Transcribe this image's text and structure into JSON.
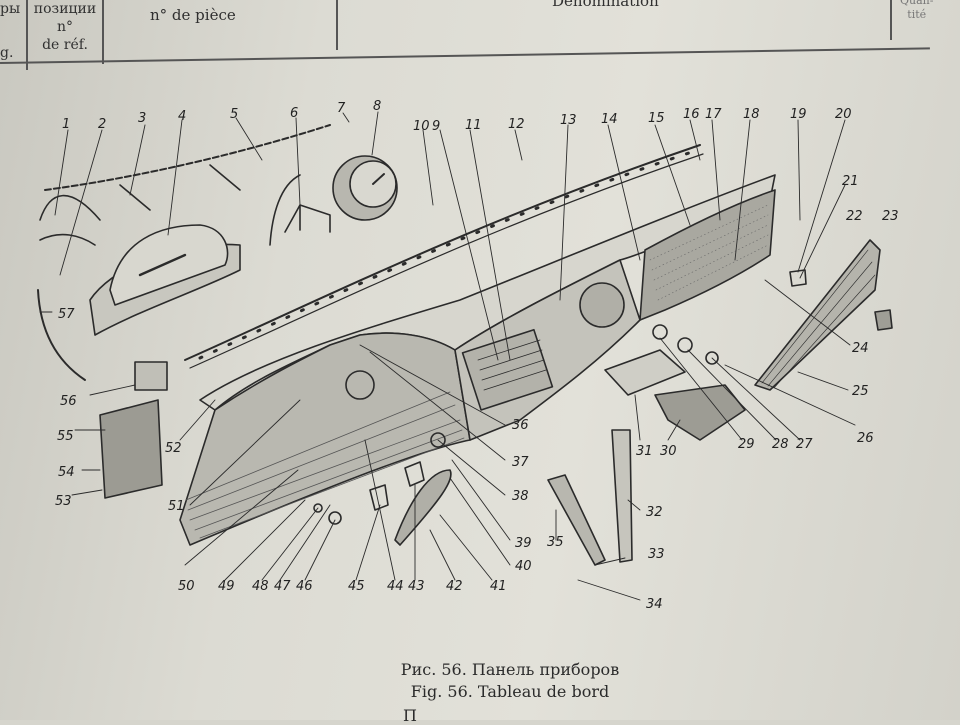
{
  "header": {
    "col_a_line1": "ры",
    "col_a_line2": "g.",
    "col_b_line1": "позиции",
    "col_b_line2": "n°",
    "col_b_line3": "de réf.",
    "col_c": "n° de pièce",
    "col_d": "Dénomination",
    "col_e_line1": "Quan-",
    "col_e_line2": "tité"
  },
  "callouts": [
    "1",
    "2",
    "3",
    "4",
    "5",
    "6",
    "7",
    "8",
    "10",
    "9",
    "11",
    "12",
    "13",
    "14",
    "15",
    "16",
    "17",
    "18",
    "19",
    "20",
    "21",
    "22",
    "23",
    "24",
    "25",
    "26",
    "27",
    "28",
    "29",
    "30",
    "31",
    "32",
    "33",
    "34",
    "35",
    "36",
    "37",
    "38",
    "39",
    "40",
    "41",
    "42",
    "43",
    "44",
    "45",
    "46",
    "47",
    "48",
    "49",
    "50",
    "51",
    "52",
    "53",
    "54",
    "55",
    "56",
    "57"
  ],
  "caption": {
    "ru": "Рис. 56. Панель приборов",
    "fr": "Fig. 56. Tableau de bord",
    "cut": "П"
  }
}
